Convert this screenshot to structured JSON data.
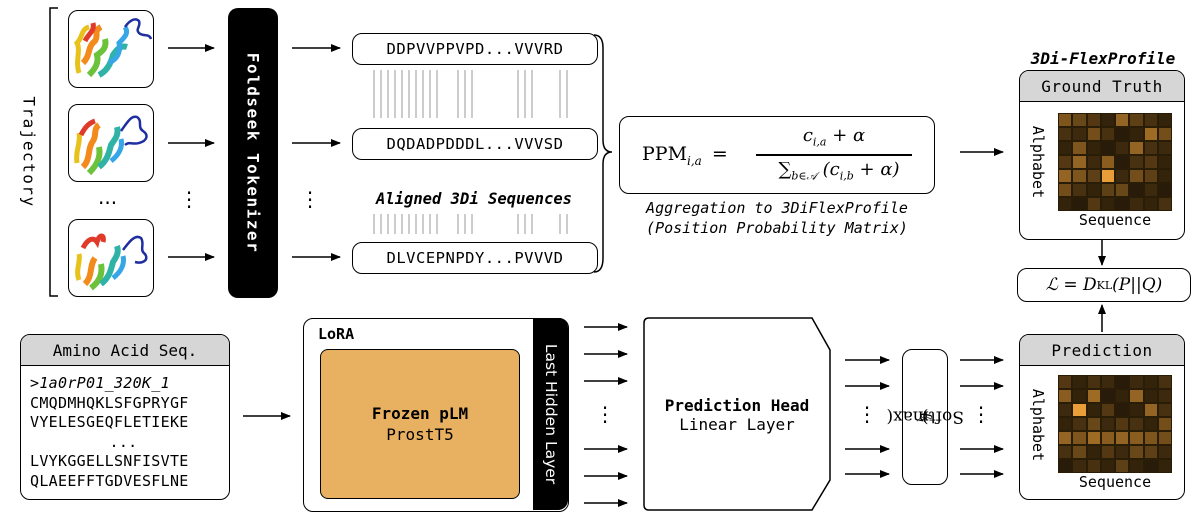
{
  "trajectory_label": "Trajectory",
  "tokenizer_label": "Foldseek Tokenizer",
  "sequences": [
    "DDPVVPPVPD...VVVRD",
    "DQDADPDDDL...VVVSD",
    "DLVCEPNPDY...PVVVD"
  ],
  "row_ellipsis": "...",
  "aligned_label": "Aligned 3Di Sequences",
  "aggregation_label": [
    "Aggregation to 3DiFlexProfile",
    "(Position Probability Matrix)"
  ],
  "ppm_formula": {
    "lhs": "PPM",
    "lhs_sub": "i,a",
    "equals": "=",
    "numerator": "c",
    "numerator_sub": "i,a",
    "numerator_tail": " + α",
    "denominator_sum": "∑",
    "denominator_sum_sub": "b∈𝒜",
    "denominator_open": " (c",
    "denominator_sub": "i,b",
    "denominator_tail": " + α)"
  },
  "flexprofile_title": "3Di-FlexProfile",
  "ground_truth": {
    "title": "Ground Truth",
    "y_label": "Alphabet",
    "x_label": "Sequence"
  },
  "loss_formula": {
    "lhs": "ℒ = D",
    "sub": "KL",
    "rhs": "(P||Q)"
  },
  "prediction": {
    "title": "Prediction",
    "y_label": "Alphabet",
    "x_label": "Sequence"
  },
  "amino_acid": {
    "title": "Amino Acid Seq.",
    "id": ">1a0rP01_320K_1",
    "lines": [
      "CMQDMHQKLSFGPRYGF",
      "VYELESGEQFLETIEKE",
      "...",
      "LVYKGGELLSNFISVTE",
      "QLAEEFFTGDVESFLNE"
    ]
  },
  "lora_label": "LoRA",
  "plm": {
    "title": "Frozen pLM",
    "name": "ProstT5"
  },
  "last_hidden_label": "Last Hidden Layer",
  "prediction_head": {
    "title": "Prediction Head",
    "subtitle": "Linear Layer"
  },
  "softmax": {
    "label": "Softmax(",
    "arg": "ℓ",
    "arg_sub": "i",
    "close": ")"
  },
  "colors": {
    "accent": "#e8b061",
    "card_header": "#d6d6d6",
    "heat_dark": "#1d1406",
    "heat_bright": "#f4a53a"
  },
  "ground_truth_matrix": [
    [
      0.45,
      0.35,
      0.25,
      0.1,
      0.55,
      0.3,
      0.2,
      0.1
    ],
    [
      0.2,
      0.15,
      0.4,
      0.2,
      0.05,
      0.1,
      0.6,
      0.4
    ],
    [
      0.1,
      0.45,
      0.1,
      0.05,
      0.15,
      0.55,
      0.2,
      0.15
    ],
    [
      0.25,
      0.55,
      0.15,
      0.5,
      0.05,
      0.2,
      0.25,
      0.1
    ],
    [
      0.55,
      0.45,
      0.3,
      0.95,
      0.15,
      0.4,
      0.3,
      0.1
    ],
    [
      0.4,
      0.2,
      0.1,
      0.3,
      0.35,
      0.05,
      0.15,
      0.05
    ],
    [
      0.1,
      0.05,
      0.25,
      0.1,
      0.05,
      0.15,
      0.1,
      0.2
    ]
  ],
  "prediction_matrix": [
    [
      0.25,
      0.1,
      0.2,
      0.15,
      0.05,
      0.15,
      0.1,
      0.2
    ],
    [
      0.5,
      0.1,
      0.6,
      0.05,
      0.1,
      0.55,
      0.1,
      0.15
    ],
    [
      0.15,
      0.95,
      0.1,
      0.25,
      0.05,
      0.1,
      0.55,
      0.2
    ],
    [
      0.1,
      0.2,
      0.35,
      0.15,
      0.25,
      0.2,
      0.1,
      0.4
    ],
    [
      0.55,
      0.45,
      0.6,
      0.5,
      0.55,
      0.5,
      0.45,
      0.4
    ],
    [
      0.2,
      0.35,
      0.1,
      0.25,
      0.15,
      0.35,
      0.3,
      0.15
    ],
    [
      0.05,
      0.15,
      0.2,
      0.1,
      0.3,
      0.1,
      0.05,
      0.1
    ]
  ]
}
